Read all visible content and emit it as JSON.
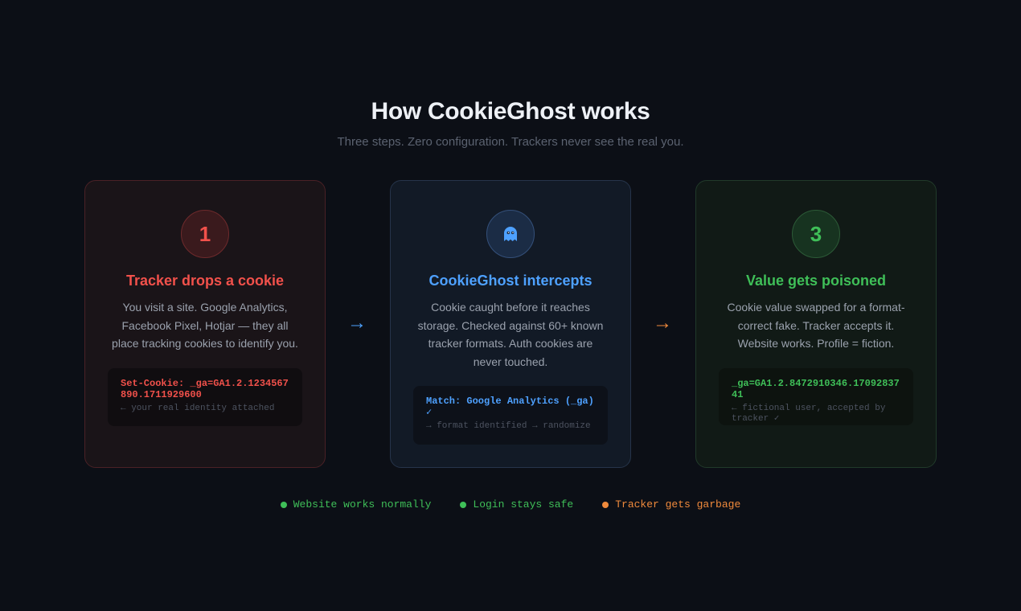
{
  "header": {
    "title": "How CookieGhost works",
    "subtitle": "Three steps. Zero configuration. Trackers never see the real you."
  },
  "steps": [
    {
      "badge": "1",
      "title": "Tracker drops a cookie",
      "description": "You visit a site. Google Analytics, Facebook Pixel, Hotjar — they all place tracking cookies to identify you.",
      "code_main": "Set-Cookie: _ga=GA1.2.1234567890.1711929600",
      "code_sub": "← your real identity attached",
      "accent": "#f2514b"
    },
    {
      "badge_icon": "ghost-icon",
      "title": "CookieGhost intercepts",
      "description": "Cookie caught before it reaches storage. Checked against 60+ known tracker formats. Auth cookies are never touched.",
      "code_main": "Match: Google Analytics (_ga) ✓",
      "code_sub": "→ format identified → randomize",
      "accent": "#4ea1ff"
    },
    {
      "badge": "3",
      "title": "Value gets poisoned",
      "description": "Cookie value swapped for a format-correct fake. Tracker accepts it. Website works. Profile = fiction.",
      "code_main": "_ga=GA1.2.8472910346.1709283741",
      "code_sub": "← fictional user, accepted by tracker ✓",
      "accent": "#3fbf58"
    }
  ],
  "arrows": [
    "→",
    "→"
  ],
  "footer": {
    "items": [
      {
        "label": "Website works normally",
        "color": "#3fbf58"
      },
      {
        "label": "Login stays safe",
        "color": "#3fbf58"
      },
      {
        "label": "Tracker gets garbage",
        "color": "#f08a3c"
      }
    ]
  }
}
